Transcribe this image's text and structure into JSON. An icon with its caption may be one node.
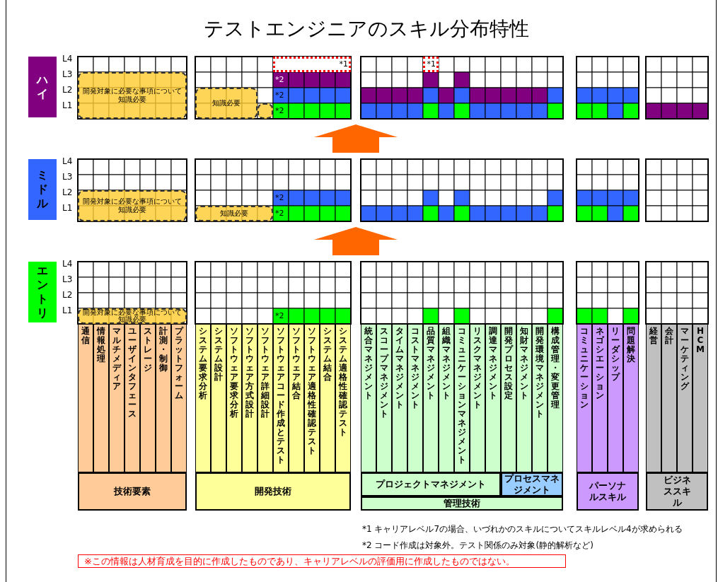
{
  "diagram": {
    "title": "テストエンジニアのスキル分布特性",
    "nodes": [
      {
        "text": [
          "ハイ"
        ]
      },
      {
        "text": [
          "開発対象に必要な事項について知識必要"
        ]
      },
      {
        "text": [
          "*1"
        ]
      },
      {
        "text": [
          "知識必要"
        ]
      },
      {
        "text": [],
        "shape": "box"
      },
      {
        "text": [
          "*1"
        ]
      },
      {
        "text": [
          "ミドル"
        ]
      },
      {
        "text": [
          "開発対象に必要な事項について知識必要"
        ]
      },
      {
        "text": [
          "知識必要"
        ]
      },
      {
        "text": [
          "エントリ"
        ]
      },
      {
        "text": [
          "開発対象に必要な事項について知識必要"
        ]
      },
      {
        "text": [
          "通信"
        ]
      },
      {
        "text": [
          "情報処理"
        ]
      },
      {
        "text": [
          "マルチメディア"
        ]
      },
      {
        "text": [
          "ユーザインタフェース"
        ]
      },
      {
        "text": [
          "ストレージ"
        ]
      },
      {
        "text": [
          "計測・制御"
        ]
      },
      {
        "text": [
          "プラットフォーム"
        ]
      },
      {
        "text": [
          "システム要求分析"
        ]
      },
      {
        "text": [
          "システム設計"
        ]
      },
      {
        "text": [
          "ソフトウェア要求分析"
        ]
      },
      {
        "text": [
          "ソフトウェア方式設計"
        ]
      },
      {
        "text": [
          "ソフトウェア詳細設計"
        ]
      },
      {
        "text": [
          "ソフトウェアコード作成とテスト"
        ]
      },
      {
        "text": [
          "ソフトウェア結合"
        ]
      },
      {
        "text": [
          "ソフトウェア適格性確認テスト"
        ]
      },
      {
        "text": [
          "システム結合"
        ]
      },
      {
        "text": [
          "システム適格性確認テスト"
        ]
      },
      {
        "text": [
          "統合マネジメント"
        ]
      },
      {
        "text": [
          "スコープマネジメント"
        ]
      },
      {
        "text": [
          "タイムマネジメント"
        ]
      },
      {
        "text": [
          "コストマネジメント"
        ]
      },
      {
        "text": [
          "品質マネジメント"
        ]
      },
      {
        "text": [
          "組織マネジメント"
        ]
      },
      {
        "text": [
          "コミュニケーションマネジメント"
        ]
      },
      {
        "text": [
          "リスクマネジメント"
        ]
      },
      {
        "text": [
          "調達マネジメント"
        ]
      },
      {
        "text": [
          "開発プロセス設定"
        ]
      },
      {
        "text": [
          "知財マネジメント"
        ]
      },
      {
        "text": [
          "開発環境マネジメント"
        ]
      },
      {
        "text": [
          "構成管理・変更管理"
        ]
      },
      {
        "text": [
          "コミュニケーション"
        ]
      },
      {
        "text": [
          "ネゴシエーション"
        ]
      },
      {
        "text": [
          "リーダシップ"
        ]
      },
      {
        "text": [
          "問題解決"
        ]
      },
      {
        "text": [
          "経営"
        ]
      },
      {
        "text": [
          "会計"
        ]
      },
      {
        "text": [
          "マーケティング"
        ]
      },
      {
        "text": [
          "HCM"
        ]
      },
      {
        "text": [
          "技術要素"
        ]
      },
      {
        "text": [
          "開発技術"
        ]
      },
      {
        "text": [
          "プロジェクトマネジメント"
        ]
      },
      {
        "text": [
          "プロセスマネジメント"
        ]
      },
      {
        "text": [
          "管理技術"
        ]
      },
      {
        "text": [
          "パーソナルスキル"
        ]
      },
      {
        "text": [
          "ビジネススキル"
        ]
      },
      {
        "text": [
          "※この情報は人材育成を目的に作成したものであり、キャリアレベルの評価用に作成したものではない。"
        ]
      }
    ],
    "labels": [
      "L4",
      "L3",
      "*2",
      "L2",
      "*2",
      "L1",
      "*2",
      "L4",
      "L3",
      "L2",
      "*2",
      "L1",
      "*2",
      "L4",
      "L3",
      "L2",
      "L1",
      "*2",
      "*1 キャリアレベル7の場合、いづれかのスキルについてスキルレベル4が求められる",
      "*2 コード作成は対象外。テスト関係のみ対象(静的解析など)"
    ]
  }
}
